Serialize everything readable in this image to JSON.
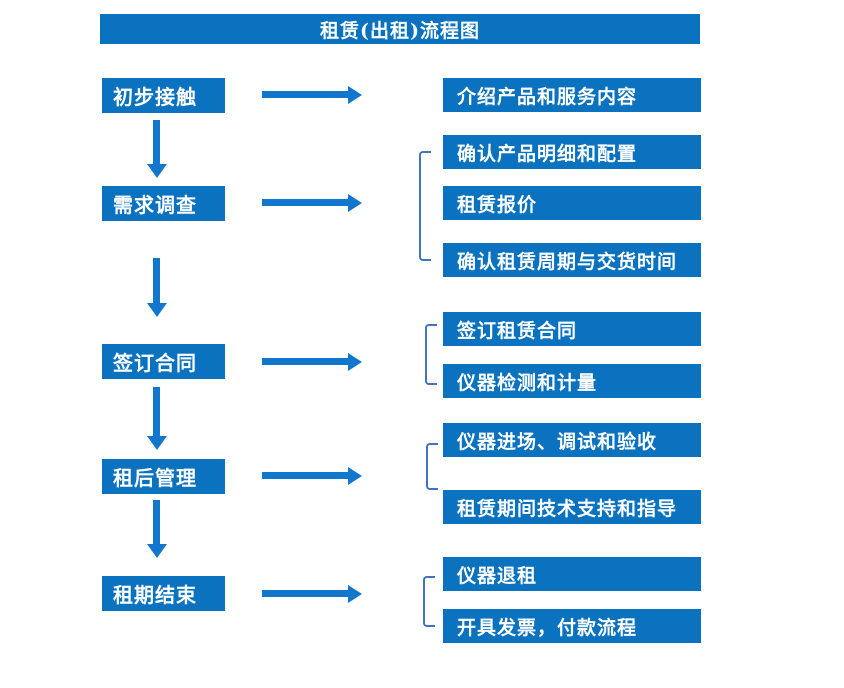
{
  "title": "租赁(出租)流程图",
  "colors": {
    "box_blue": "#0b72c0",
    "arrow_blue": "#1276cd",
    "bracket_blue": "#4472c4",
    "text_white": "#ffffff"
  },
  "chart_data": {
    "type": "table",
    "title": "租赁(出租)流程图",
    "note": "vertical flowchart: 5 main stages, each pointing to detail items"
  },
  "steps": [
    {
      "label": "初步接触",
      "details": [
        "介绍产品和服务内容"
      ]
    },
    {
      "label": "需求调查",
      "details": [
        "确认产品明细和配置",
        "租赁报价",
        "确认租赁周期与交货时间"
      ]
    },
    {
      "label": "签订合同",
      "details": [
        "签订租赁合同",
        "仪器检测和计量"
      ]
    },
    {
      "label": "租后管理",
      "details": [
        "仪器进场、调试和验收",
        "租赁期间技术支持和指导"
      ]
    },
    {
      "label": "租期结束",
      "details": [
        "仪器退租",
        "开具发票，付款流程"
      ]
    }
  ]
}
